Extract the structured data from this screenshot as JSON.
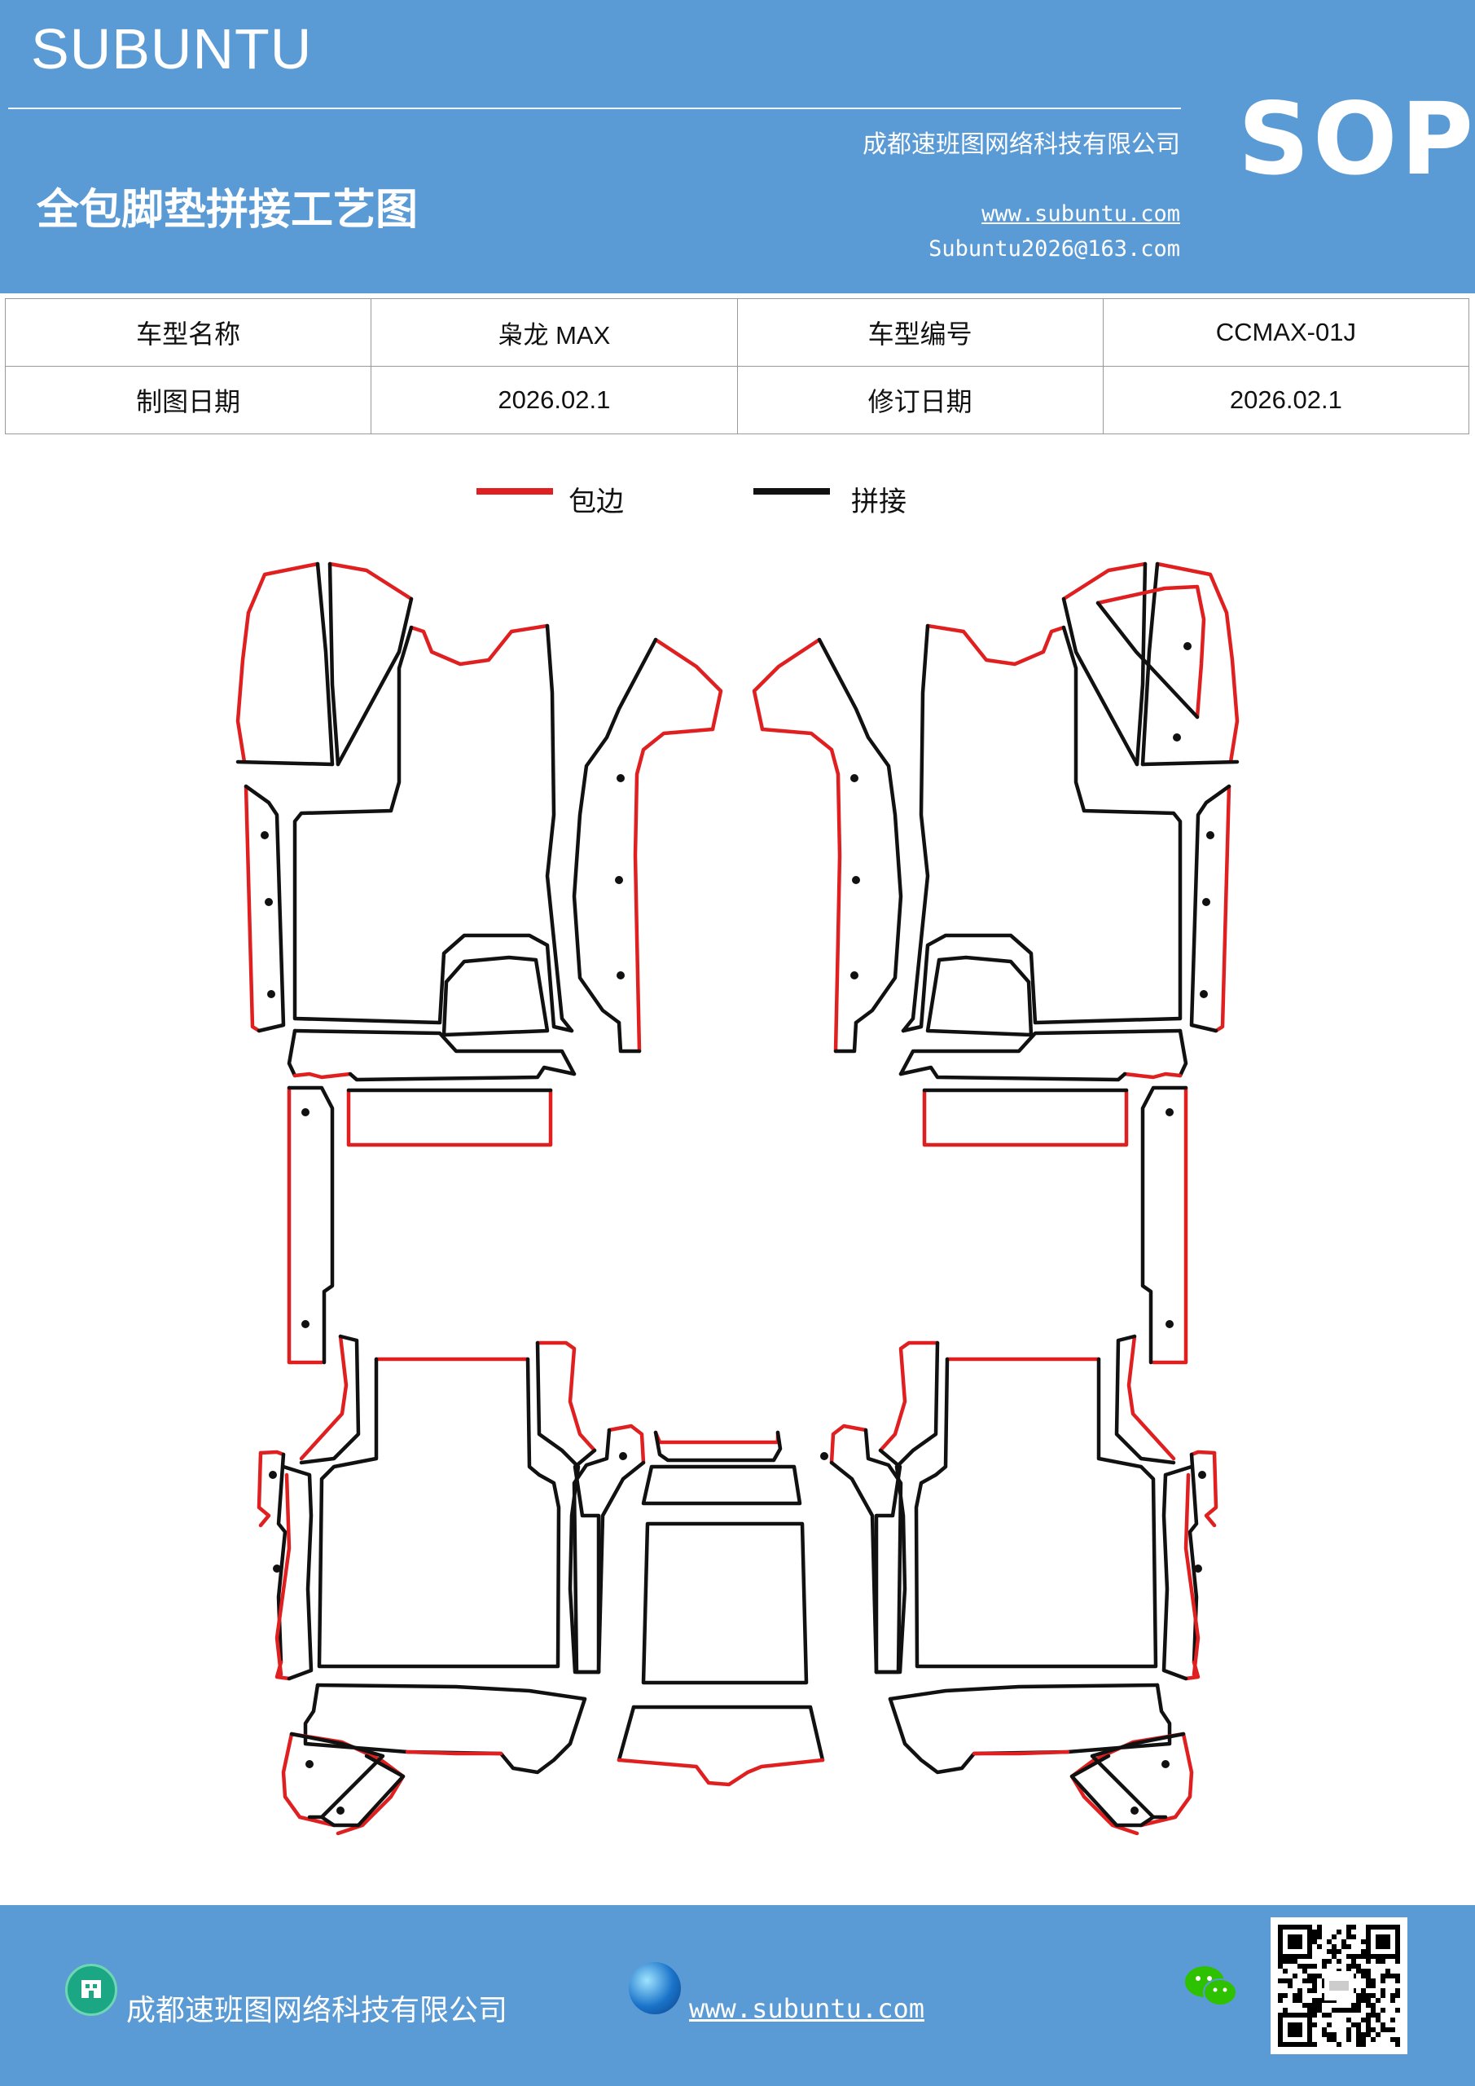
{
  "header": {
    "brand": "SUBUNTU",
    "badge": "SOP",
    "company": "成都速班图网络科技有限公司",
    "title": "全包脚垫拼接工艺图",
    "website": "www.subuntu.com",
    "email": "Subuntu2026@163.com"
  },
  "info_table": {
    "row1": {
      "label1": "车型名称",
      "value1": "枭龙 MAX",
      "label2": "车型编号",
      "value2": "CCMAX-01J"
    },
    "row2": {
      "label1": "制图日期",
      "value1": "2026.02.1",
      "label2": "修订日期",
      "value2": "2026.02.1"
    }
  },
  "legend": {
    "edge_label": "包边",
    "edge_color": "#e02020",
    "joint_label": "拼接",
    "joint_color": "#111111"
  },
  "footer": {
    "company": "成都速班图网络科技有限公司",
    "website": "www.subuntu.com",
    "icons": [
      "building-icon",
      "globe-icon",
      "wechat-icon",
      "qr-code"
    ]
  }
}
